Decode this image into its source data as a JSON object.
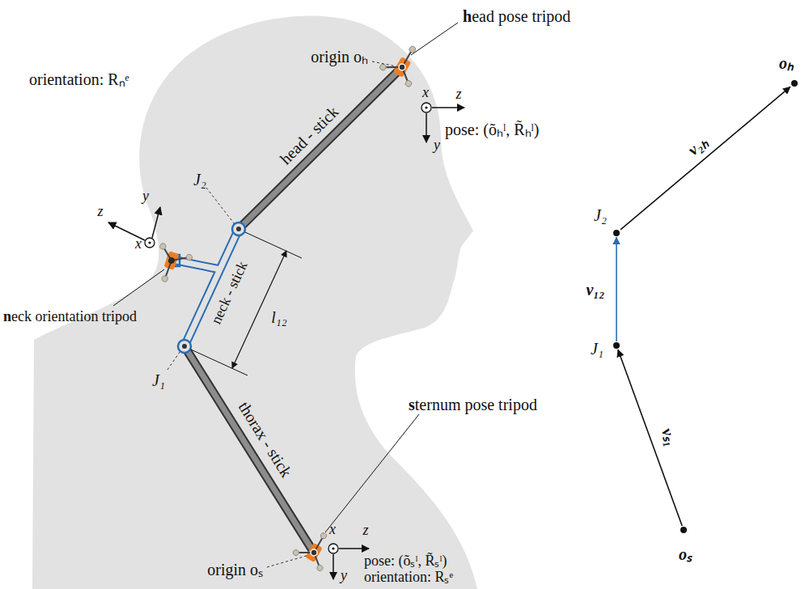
{
  "diagram": {
    "nodes": [
      {
        "text": [
          "oₛ"
        ]
      },
      {
        "text": [
          "J₁"
        ]
      },
      {
        "text": [
          "J₂"
        ]
      },
      {
        "text": [
          "oₕ"
        ]
      }
    ],
    "edges": [
      {
        "from": 0,
        "to": 1,
        "arrow": "to",
        "label": "vₛ₁"
      },
      {
        "from": 1,
        "to": 2,
        "arrow": "to",
        "label": "v₁₂"
      },
      {
        "from": 2,
        "to": 3,
        "arrow": "to",
        "label": "v₂ₕ"
      }
    ],
    "labels": [
      "head pose tripod",
      "origin oₕ",
      "x",
      "z",
      "y",
      "pose: (õₕˡ, R̃ₕˡ)",
      "head - stick",
      "J₂",
      "orientation: Rₙᵉ",
      "z",
      "y",
      "x",
      "neck orientation tripod",
      "neck - stick",
      "l₁₂",
      "J₁",
      "thorax - stick",
      "sternum pose tripod",
      "origin oₛ",
      "x",
      "z",
      "y",
      "pose: (õₛˡ, R̃ₛˡ)",
      "orientation: Rₛᵉ"
    ]
  }
}
